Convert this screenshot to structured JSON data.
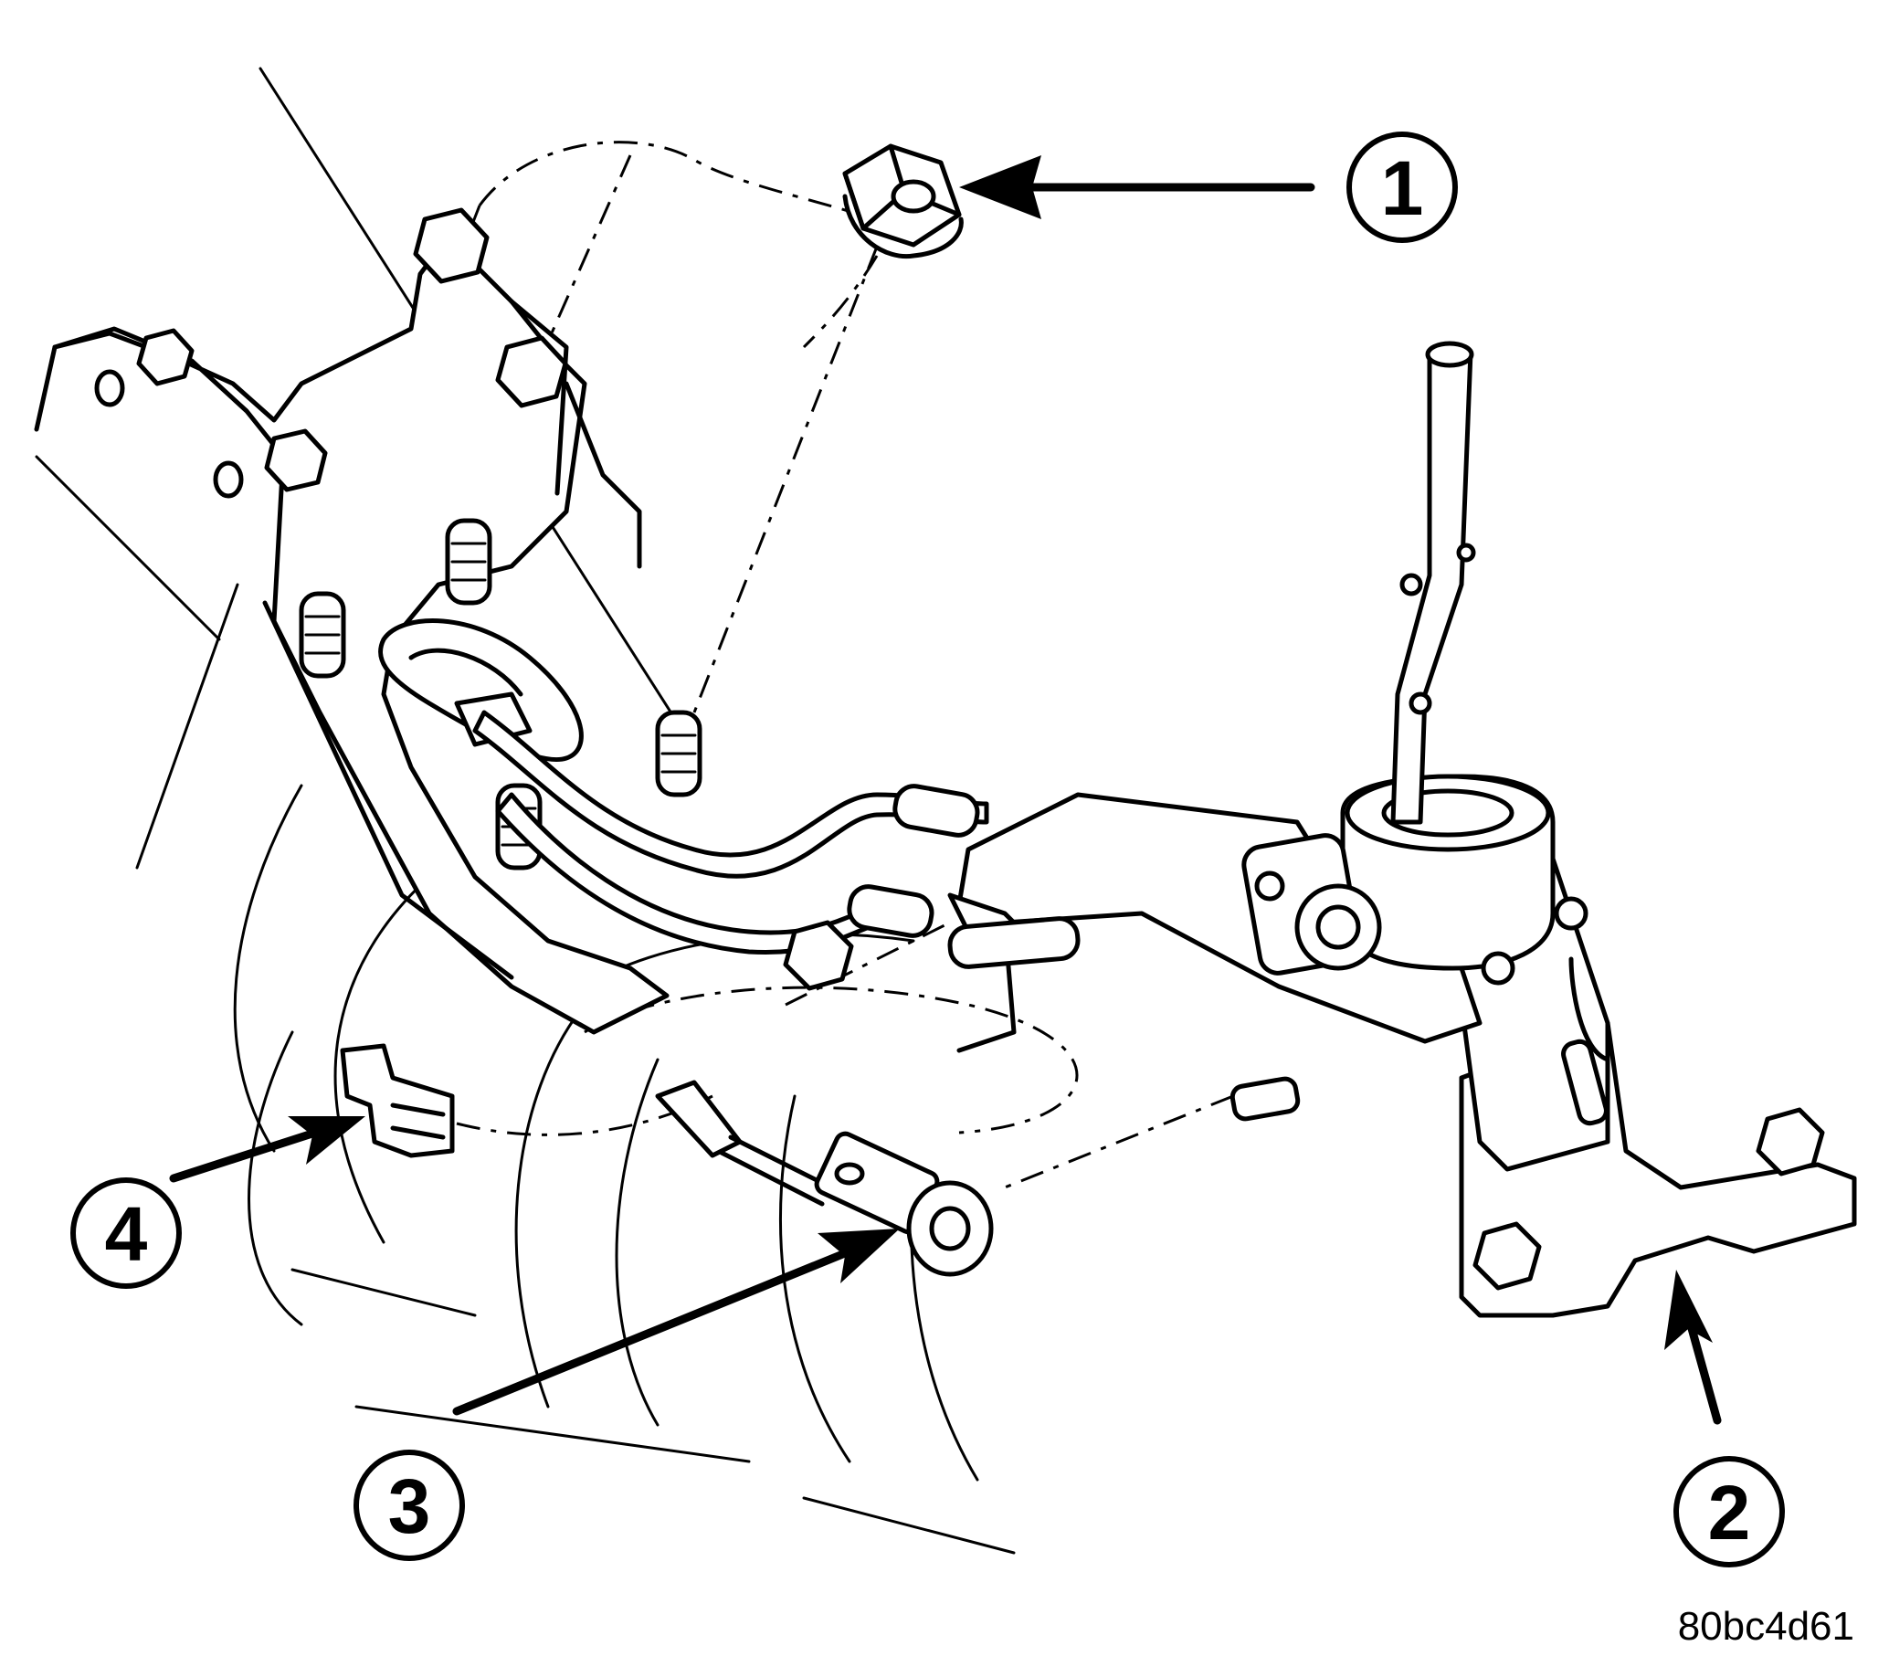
{
  "figure_id": "80bc4d61",
  "callouts": [
    {
      "number": "1"
    },
    {
      "number": "2"
    },
    {
      "number": "3"
    },
    {
      "number": "4"
    }
  ]
}
